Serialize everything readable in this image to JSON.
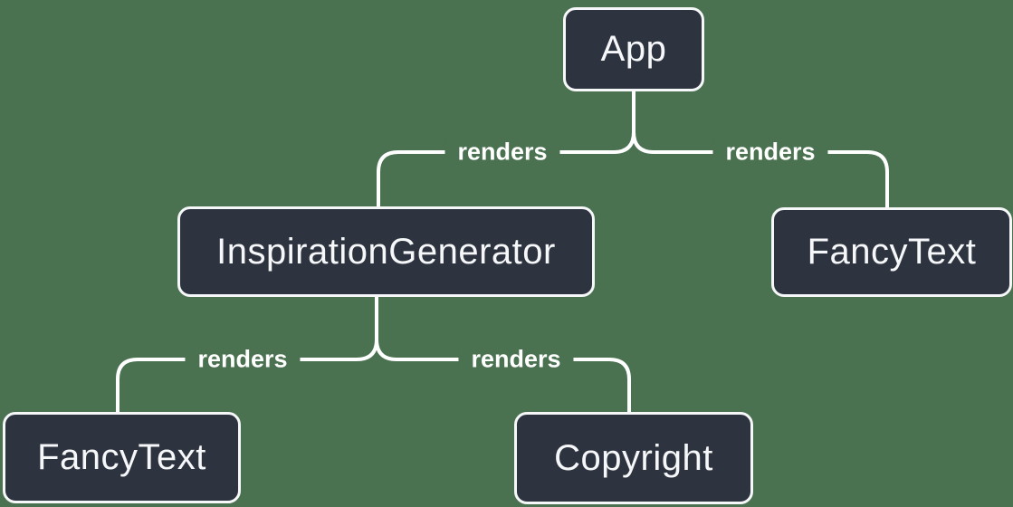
{
  "colors": {
    "background": "#4A7150",
    "node_fill": "#2D3440",
    "node_border": "#F6F7F9",
    "node_text": "#F6F7F9",
    "connector": "#FFFFFF",
    "edge_label_text": "#FFFFFF"
  },
  "diagram": {
    "type": "component-tree",
    "nodes": [
      {
        "id": "app",
        "label": "App"
      },
      {
        "id": "inspiration-generator",
        "label": "InspirationGenerator"
      },
      {
        "id": "fancy-text-right",
        "label": "FancyText"
      },
      {
        "id": "fancy-text-left",
        "label": "FancyText"
      },
      {
        "id": "copyright",
        "label": "Copyright"
      }
    ],
    "edges": [
      {
        "from": "App",
        "to": "InspirationGenerator",
        "label": "renders"
      },
      {
        "from": "App",
        "to": "FancyText",
        "label": "renders"
      },
      {
        "from": "InspirationGenerator",
        "to": "FancyText",
        "label": "renders"
      },
      {
        "from": "InspirationGenerator",
        "to": "Copyright",
        "label": "renders"
      }
    ]
  }
}
